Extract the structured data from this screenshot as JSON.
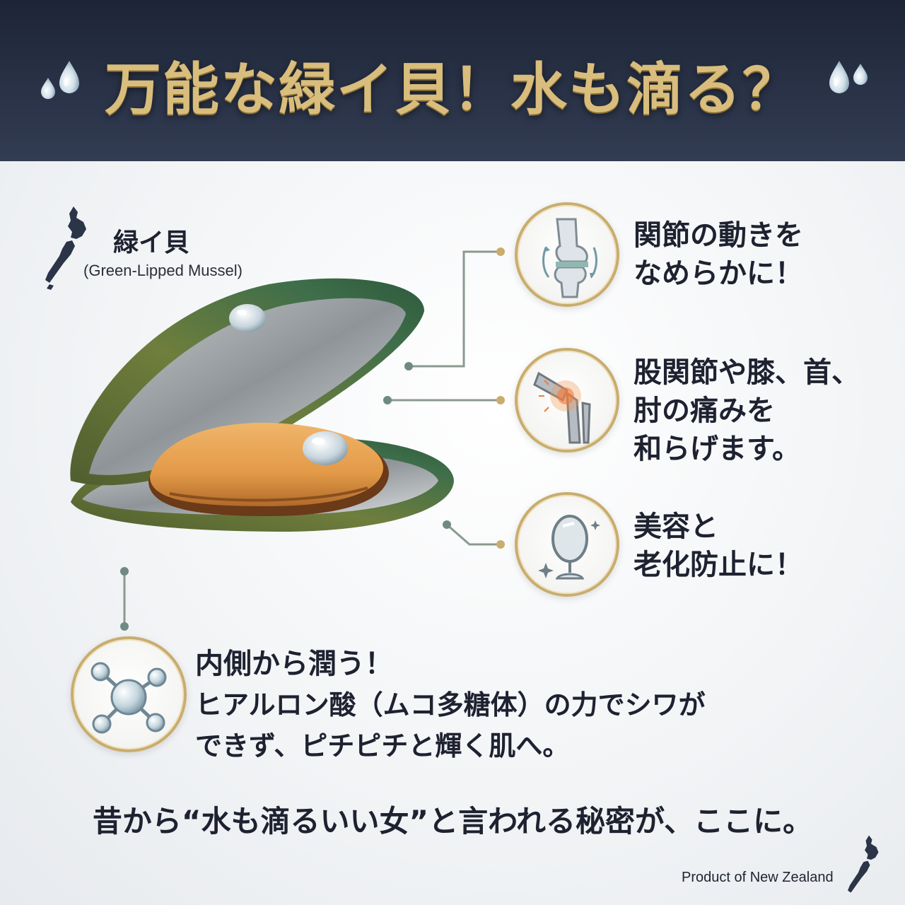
{
  "header": {
    "title": "万能な緑イ貝！水も滴る？",
    "title_color": "#d9bd7c",
    "background": "#1d2436"
  },
  "species": {
    "name": "緑イ貝",
    "latin": "(Green-Lipped Mussel)",
    "map_icon": "new-zealand-map-icon"
  },
  "benefits": [
    {
      "icon": "knee-joint-icon",
      "text": "関節の動きを\nなめらかに！"
    },
    {
      "icon": "knee-pain-icon",
      "text": "股関節や膝、首、\n肘の痛みを\n和らげます。"
    },
    {
      "icon": "mirror-icon",
      "text": "美容と\n老化防止に！"
    }
  ],
  "hydration": {
    "icon": "molecule-icon",
    "title": "内側から潤う！",
    "body": "ヒアルロン酸（ムコ多糖体）の力でシワが\nできず、ピチピチと輝く肌へ。"
  },
  "tagline": "昔から“水も滴るいい女”と言われる秘密が、ここに。",
  "footer": {
    "origin": "Product of New Zealand",
    "map_icon": "new-zealand-map-icon"
  },
  "colors": {
    "accent_gold": "#c9ad6e",
    "connector": "#8a9a8e",
    "text": "#1e2230"
  }
}
